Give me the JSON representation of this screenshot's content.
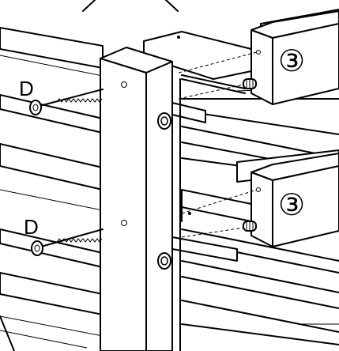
{
  "labels": {
    "screw_top": "D",
    "screw_bottom": "D",
    "part_top": "③",
    "part_bottom": "③"
  }
}
